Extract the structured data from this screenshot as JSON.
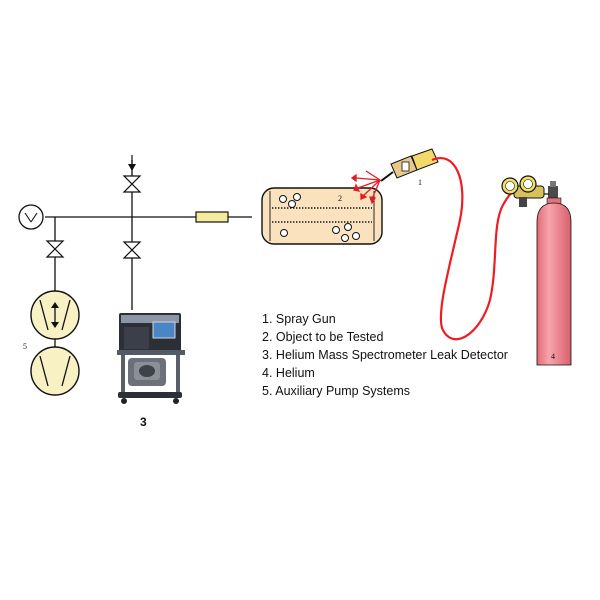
{
  "callouts": {
    "spray_gun": "1",
    "object": "2",
    "leak_detector": "3",
    "helium": "4",
    "aux_pumps": "5"
  },
  "legend": {
    "items": [
      {
        "num": "1.",
        "label": "Spray Gun"
      },
      {
        "num": "2.",
        "label": "Object to be Tested"
      },
      {
        "num": "3.",
        "label": "Helium Mass Spectrometer Leak Detector"
      },
      {
        "num": "4.",
        "label": "Helium"
      },
      {
        "num": "5.",
        "label": "Auxiliary Pump Systems"
      }
    ]
  },
  "colors": {
    "line": "#111111",
    "pump_fill": "#f7f1c4",
    "connector_fill": "#f4ec9a",
    "vessel_fill": "#fbe2bf",
    "hose": "#ee1c24",
    "cylinder": "#f18a93",
    "regulator": "#f2e06a",
    "detector_body": "#2d2f36",
    "detector_screen": "#4a86c5"
  },
  "icons": {
    "gauge": "vacuum-gauge-icon",
    "valve": "bowtie-valve-icon",
    "pump": "pump-icon",
    "spray": "spray-gun-icon",
    "cylinder": "gas-cylinder-icon"
  }
}
